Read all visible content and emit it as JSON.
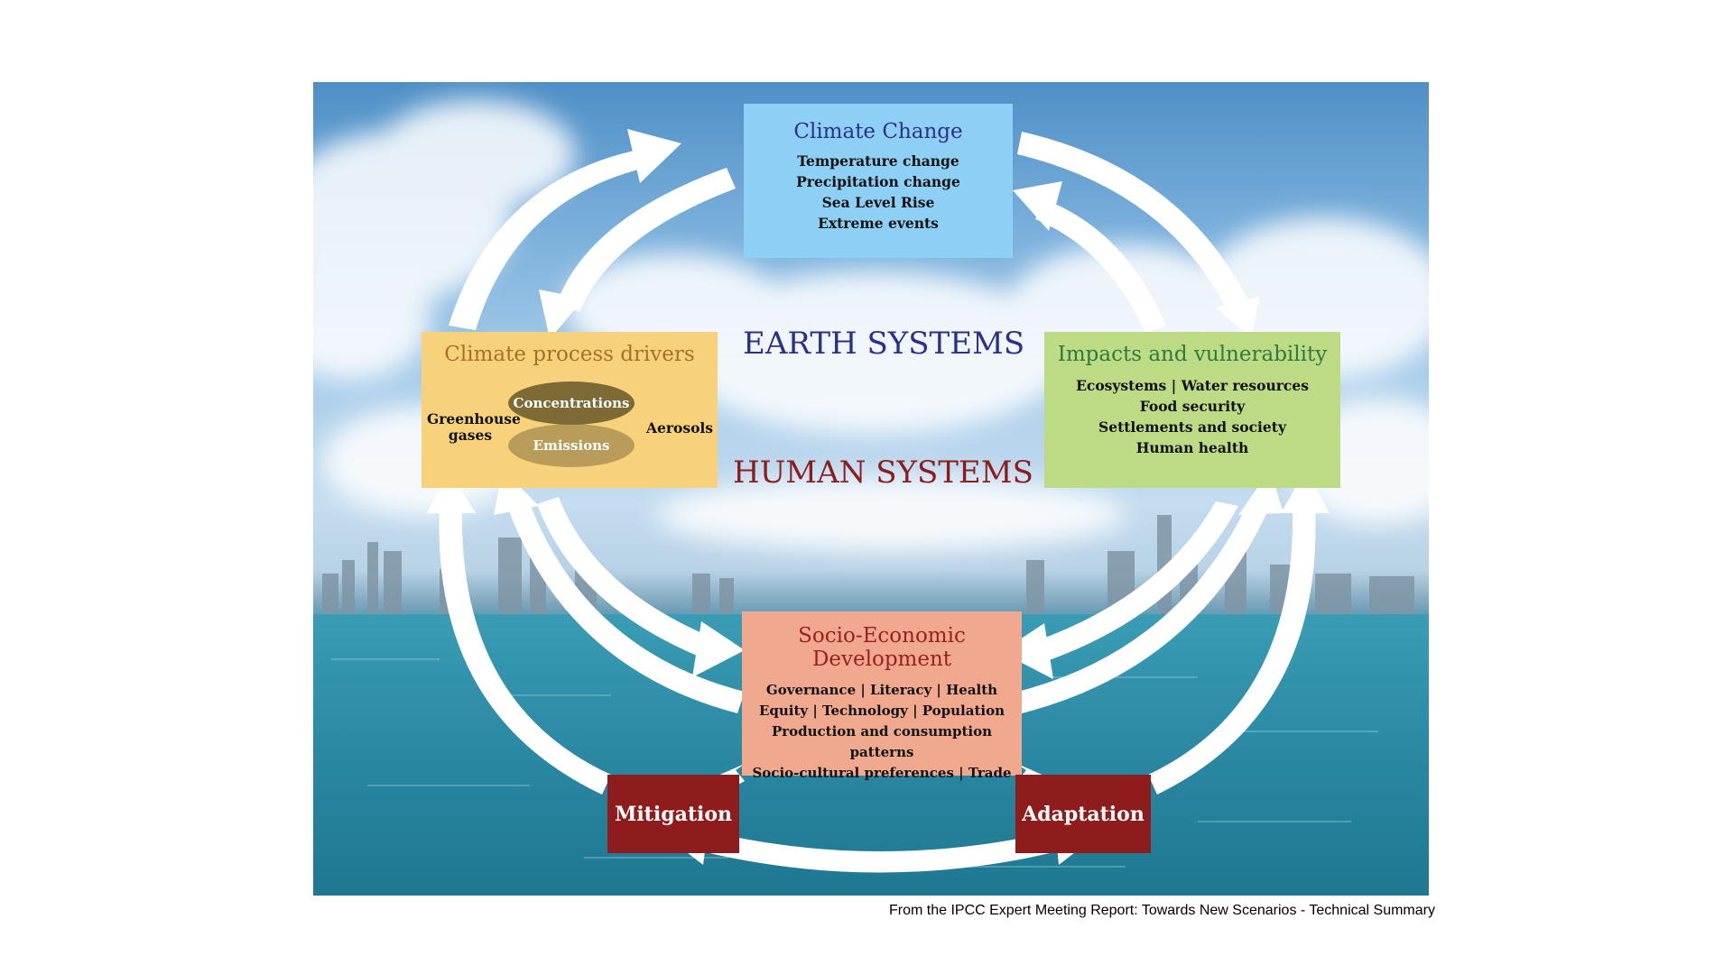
{
  "figure": {
    "earth_label": "EARTH SYSTEMS",
    "human_label": "HUMAN SYSTEMS",
    "climate_change": {
      "title": "Climate Change",
      "lines": [
        "Temperature change",
        "Precipitation change",
        "Sea Level Rise",
        "Extreme events"
      ]
    },
    "drivers": {
      "title": "Climate process drivers",
      "concentrations": "Concentrations",
      "emissions": "Emissions",
      "greenhouse": "Greenhouse gases",
      "aerosols": "Aerosols"
    },
    "impacts": {
      "title": "Impacts and vulnerability",
      "lines": [
        "Ecosystems | Water resources",
        "Food security",
        "Settlements and society",
        "Human health"
      ]
    },
    "socio": {
      "title": "Socio-Economic Development",
      "lines": [
        "Governance | Literacy | Health",
        "Equity | Technology | Population",
        "Production and consumption patterns",
        "Socio-cultural preferences | Trade"
      ]
    },
    "mitigation": "Mitigation",
    "adaptation": "Adaptation"
  },
  "caption": "From the IPCC Expert Meeting Report: Towards New Scenarios - Technical Summary",
  "colors": {
    "climate_box": "#8ed0f5",
    "drivers_box": "#f8d27a",
    "impacts_box": "#bddb85",
    "socio_box": "#f0a98e",
    "response_box": "#8f1c1c",
    "earth_text": "#2b3189",
    "human_text": "#8f1c1c"
  }
}
